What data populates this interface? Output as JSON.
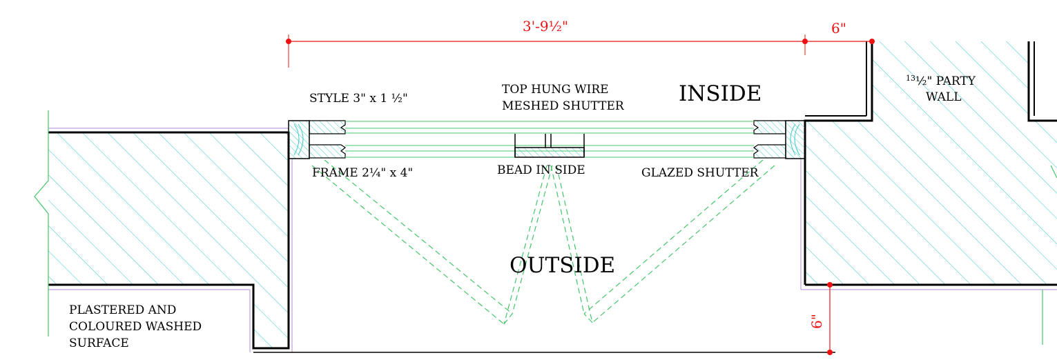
{
  "dimensions": {
    "opening_width": "3'-9½\"",
    "pier_width": "6\"",
    "sill_offset": "6\""
  },
  "labels": {
    "style": "STYLE 3\" x 1 ½\"",
    "top_hung_line1": "TOP HUNG WIRE",
    "top_hung_line2": "MESHED   SHUTTER",
    "inside": "INSIDE",
    "party_wall_num": "13",
    "party_wall_rest": "½\" PARTY",
    "party_wall_line2": "WALL",
    "frame": "FRAME 2¼\" x 4\"",
    "bead": "BEAD IN SIDE",
    "glazed": "GLAZED SHUTTER",
    "outside": "OUTSIDE",
    "plastered_line1": "PLASTERED AND",
    "plastered_line2": "COLOURED WASHED",
    "plastered_line3": "SURFACE"
  },
  "colors": {
    "dimension": "#ee1111",
    "hatch": "#3ec9c9",
    "shutter": "#45c46a",
    "outline": "#000000",
    "finish_line": "#b48ad6"
  }
}
